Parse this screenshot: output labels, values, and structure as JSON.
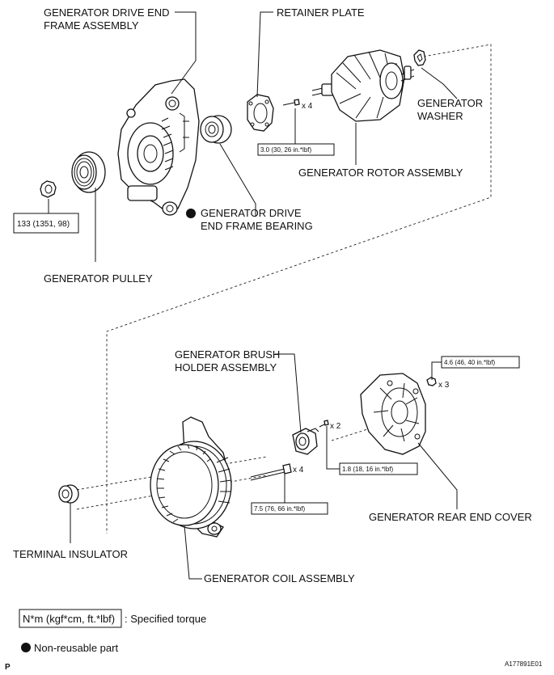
{
  "labels": {
    "drive_end_frame_l1": "GENERATOR DRIVE END",
    "drive_end_frame_l2": "FRAME ASSEMBLY",
    "retainer_plate": "RETAINER PLATE",
    "generator_washer_l1": "GENERATOR",
    "generator_washer_l2": "WASHER",
    "rotor_assembly": "GENERATOR ROTOR ASSEMBLY",
    "drive_end_bearing_l1": "GENERATOR DRIVE",
    "drive_end_bearing_l2": "END FRAME BEARING",
    "pulley": "GENERATOR PULLEY",
    "brush_holder_l1": "GENERATOR BRUSH",
    "brush_holder_l2": "HOLDER ASSEMBLY",
    "rear_end_cover": "GENERATOR REAR END COVER",
    "terminal_insulator": "TERMINAL INSULATOR",
    "coil_assembly": "GENERATOR COIL ASSEMBLY"
  },
  "torques": {
    "pulley_nut": "133 (1351, 98)",
    "retainer_screws": "3.0 (30, 26 in.*lbf)",
    "rear_cover_nuts": "4.6 (46, 40 in.*lbf)",
    "brush_screws": "1.8 (18, 16 in.*lbf)",
    "through_bolts": "7.5 (76, 66 in.*lbf)"
  },
  "quantities": {
    "retainer_screws": "x 4",
    "rear_cover_nuts": "x 3",
    "brush_screws": "x 2",
    "through_bolts": "x 4"
  },
  "legend": {
    "torque_units": "N*m (kgf*cm, ft.*lbf)",
    "torque_desc": ": Specified torque",
    "nonreusable": "Non-reusable part"
  },
  "footer": {
    "page_letter": "P",
    "figure_id": "A177891E01"
  },
  "colors": {
    "line": "#111111",
    "background": "#ffffff"
  }
}
